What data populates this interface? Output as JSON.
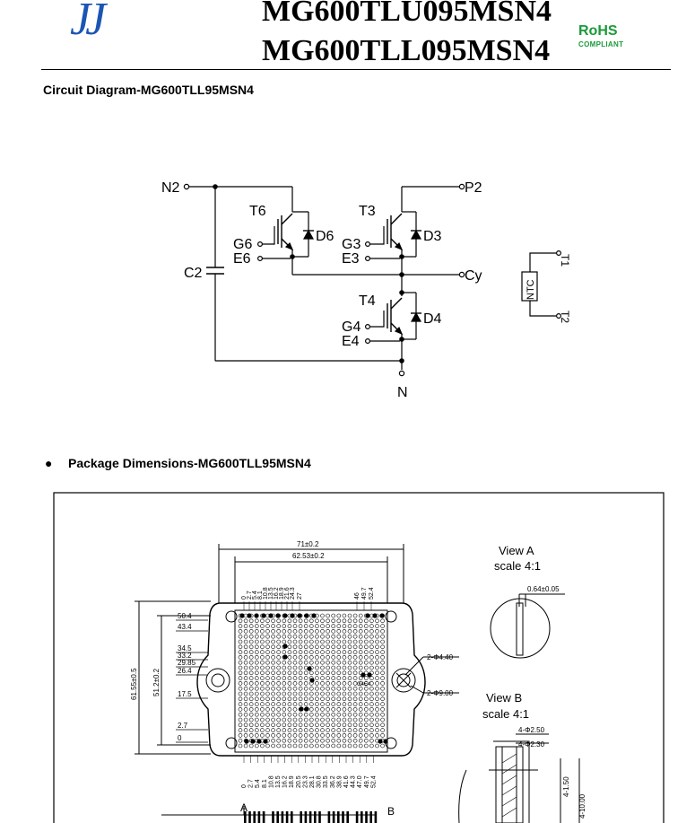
{
  "header": {
    "logo_text": "JJ",
    "model_1": "MG600TLU095MSN4",
    "model_2": "MG600TLL095MSN4",
    "rohs_main": "RoHS",
    "rohs_sub": "COMPLIANT"
  },
  "circuit": {
    "title": "Circuit Diagram-MG600TLL95MSN4",
    "labels": {
      "n2": "N2",
      "p2": "P2",
      "t6": "T6",
      "t3": "T3",
      "t4": "T4",
      "d6": "D6",
      "d3": "D3",
      "d4": "D4",
      "g6": "G6",
      "e6": "E6",
      "g3": "G3",
      "e3": "E3",
      "g4": "G4",
      "e4": "E4",
      "c2": "C2",
      "cy": "Cy",
      "n": "N",
      "ntc": "NTC",
      "t1": "T1",
      "t2": "T2"
    }
  },
  "package": {
    "bullet": "●",
    "title": "Package Dimensions-MG600TLL95MSN4",
    "dims": {
      "width_total": "71±0.2",
      "width_inner": "62.53±0.2",
      "height_total": "61.55±0.5",
      "height_inner": "51.2±0.2",
      "hole_small": "2-Φ4.40",
      "hole_large": "2-Φ9.00",
      "view_a": "View A",
      "scale_a": "scale 4:1",
      "pin_width": "0.64±0.05",
      "view_b": "View B",
      "scale_b": "scale 4:1",
      "dia_250": "4-Φ2.50",
      "dia_230": "4-Φ2.30",
      "len_150": "4-1.50",
      "len_1000": "4-10.00",
      "mark_a": "A",
      "mark_b": "B",
      "mark_ge4": "G4E4"
    },
    "left_ticks": [
      "50.4",
      "43.4",
      "34.5",
      "33.2",
      "29.85",
      "26.4",
      "17.5",
      "2.7",
      "0"
    ],
    "top_ticks": [
      "0",
      "2.7",
      "5.4",
      "8.1",
      "10.8",
      "13.5",
      "16.2",
      "18.9",
      "21.6",
      "24.3",
      "27",
      "46",
      "49.7",
      "52.4"
    ],
    "bottom_ticks": [
      "0",
      "2.7",
      "5.4",
      "8.1",
      "10.8",
      "13.5",
      "16.2",
      "18.9",
      "20.5",
      "23.3",
      "28.1",
      "30.8",
      "33.5",
      "36.2",
      "38.9",
      "41.6",
      "44.3",
      "47.0",
      "49.7",
      "52.4"
    ]
  }
}
